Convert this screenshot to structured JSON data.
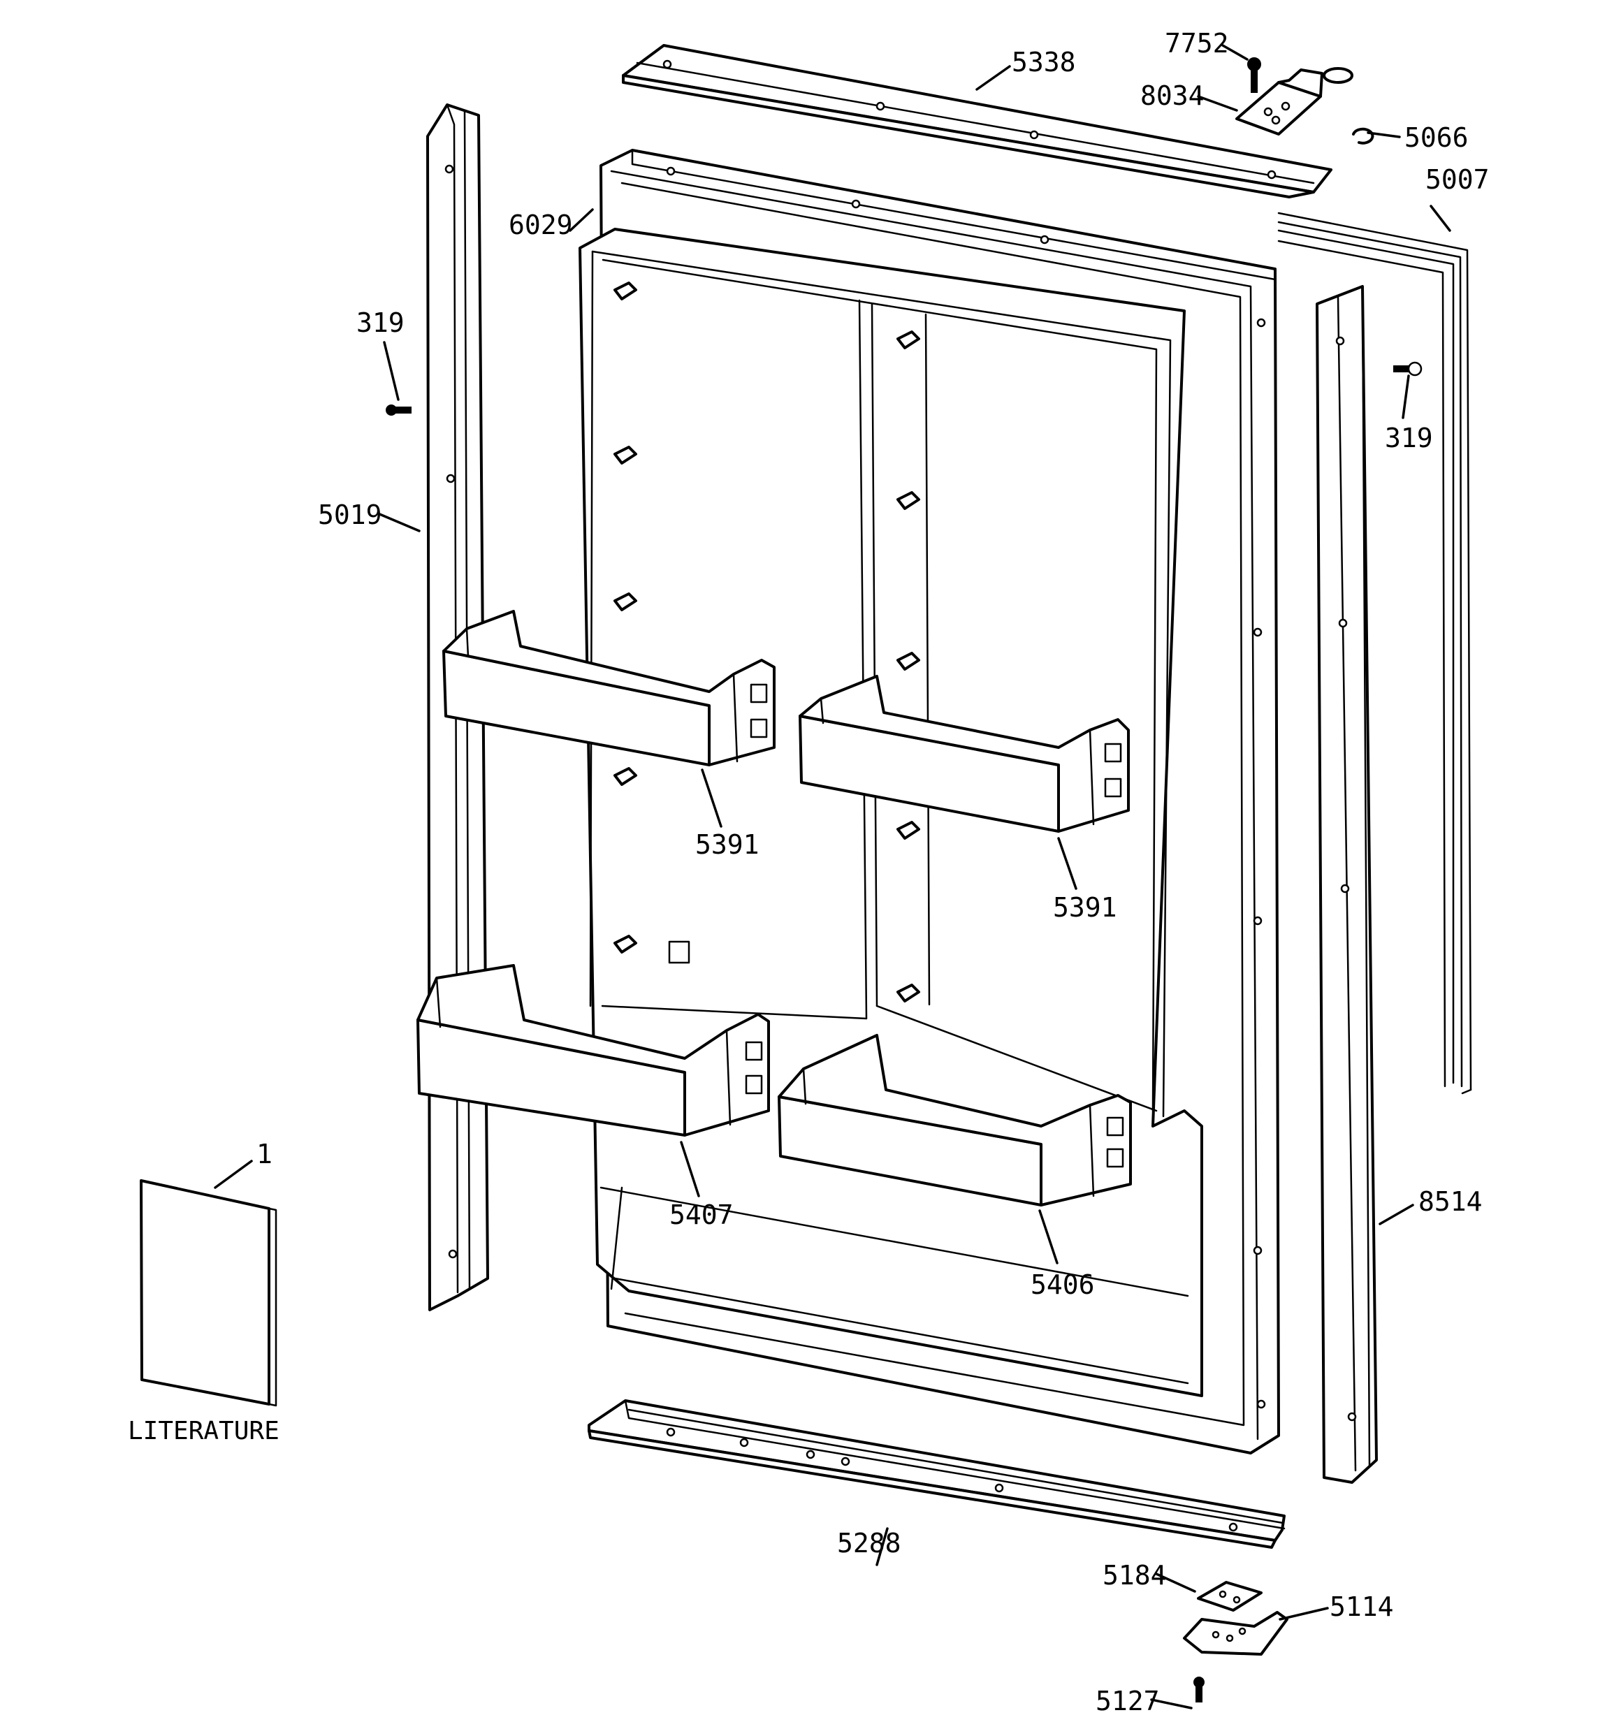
{
  "diagram": {
    "parts": [
      {
        "id": "p5338",
        "label": "5338"
      },
      {
        "id": "p7752",
        "label": "7752"
      },
      {
        "id": "p8034",
        "label": "8034"
      },
      {
        "id": "p5066",
        "label": "5066"
      },
      {
        "id": "p5007",
        "label": "5007"
      },
      {
        "id": "p6029",
        "label": "6029"
      },
      {
        "id": "p319_left",
        "label": "319"
      },
      {
        "id": "p319_right",
        "label": "319"
      },
      {
        "id": "p5019",
        "label": "5019"
      },
      {
        "id": "p5391_left",
        "label": "5391"
      },
      {
        "id": "p5391_right",
        "label": "5391"
      },
      {
        "id": "p5407",
        "label": "5407"
      },
      {
        "id": "p5406",
        "label": "5406"
      },
      {
        "id": "p8514",
        "label": "8514"
      },
      {
        "id": "p1",
        "label": "1"
      },
      {
        "id": "p5288",
        "label": "5288"
      },
      {
        "id": "p5184",
        "label": "5184"
      },
      {
        "id": "p5114",
        "label": "5114"
      },
      {
        "id": "p5127",
        "label": "5127"
      }
    ],
    "literature_label": "LITERATURE"
  }
}
